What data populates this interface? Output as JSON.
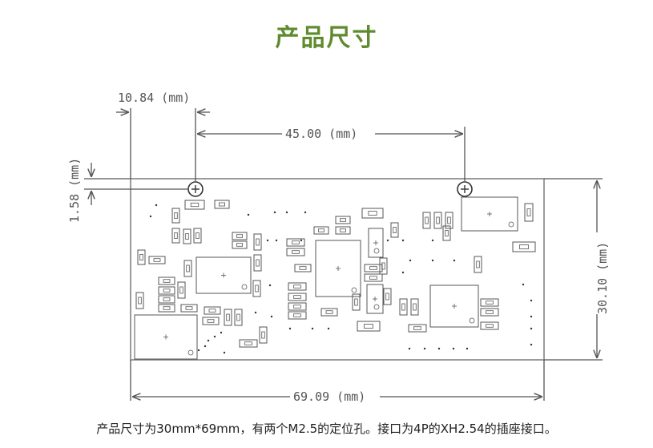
{
  "title": "产品尺寸",
  "caption": "产品尺寸为30mm*69mm，有两个M2.5的定位孔。接口为4P的XH2.54的插座接口。",
  "dimensions": {
    "hole_offset_x": "10.84 (mm)",
    "hole_spacing": "45.00 (mm)",
    "hole_offset_y": "1.58 (mm)",
    "board_height": "30.10 (mm)",
    "board_width": "69.09 (mm)"
  },
  "colors": {
    "title": "#5f8a2e",
    "outline": "#7a7a7a",
    "dimension": "#555555"
  }
}
